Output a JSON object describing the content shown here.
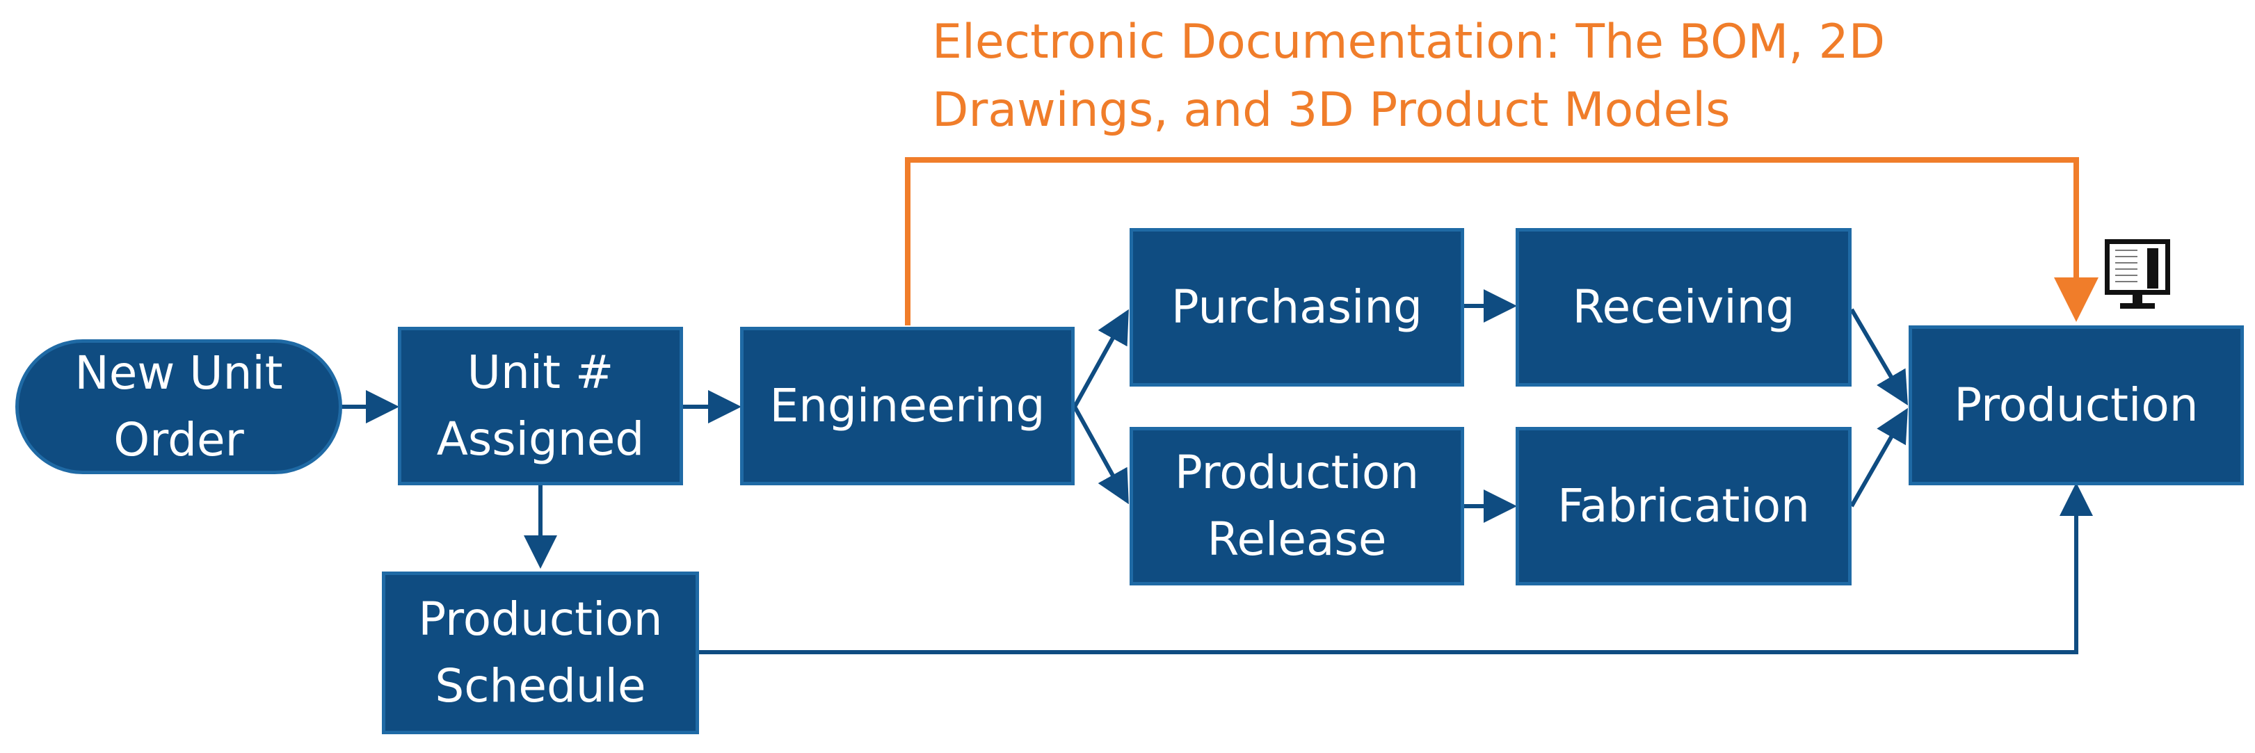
{
  "colors": {
    "box_fill": "#0f4c81",
    "box_border": "#1f6aa5",
    "flow_arrow": "#0f4c81",
    "doc_arrow": "#f07d2a",
    "doc_text": "#f07d2a"
  },
  "documentation_label": "Electronic Documentation: The BOM, 2D\nDrawings, and 3D Product Models",
  "nodes": {
    "new_unit_order": "New Unit\nOrder",
    "unit_assigned": "Unit #\nAssigned",
    "engineering": "Engineering",
    "purchasing": "Purchasing",
    "receiving": "Receiving",
    "production_release": "Production\nRelease",
    "fabrication": "Fabrication",
    "production": "Production",
    "production_schedule": "Production\nSchedule"
  },
  "connections": [
    {
      "from": "New Unit Order",
      "to": "Unit # Assigned"
    },
    {
      "from": "Unit # Assigned",
      "to": "Engineering"
    },
    {
      "from": "Unit # Assigned",
      "to": "Production Schedule"
    },
    {
      "from": "Engineering",
      "to": "Purchasing"
    },
    {
      "from": "Engineering",
      "to": "Production Release"
    },
    {
      "from": "Purchasing",
      "to": "Receiving"
    },
    {
      "from": "Production Release",
      "to": "Fabrication"
    },
    {
      "from": "Receiving",
      "to": "Production"
    },
    {
      "from": "Fabrication",
      "to": "Production"
    },
    {
      "from": "Production Schedule",
      "to": "Production"
    },
    {
      "from": "Engineering",
      "to": "Production",
      "kind": "electronic documentation"
    }
  ],
  "icons": {
    "workstation": "computer-monitor-icon"
  }
}
